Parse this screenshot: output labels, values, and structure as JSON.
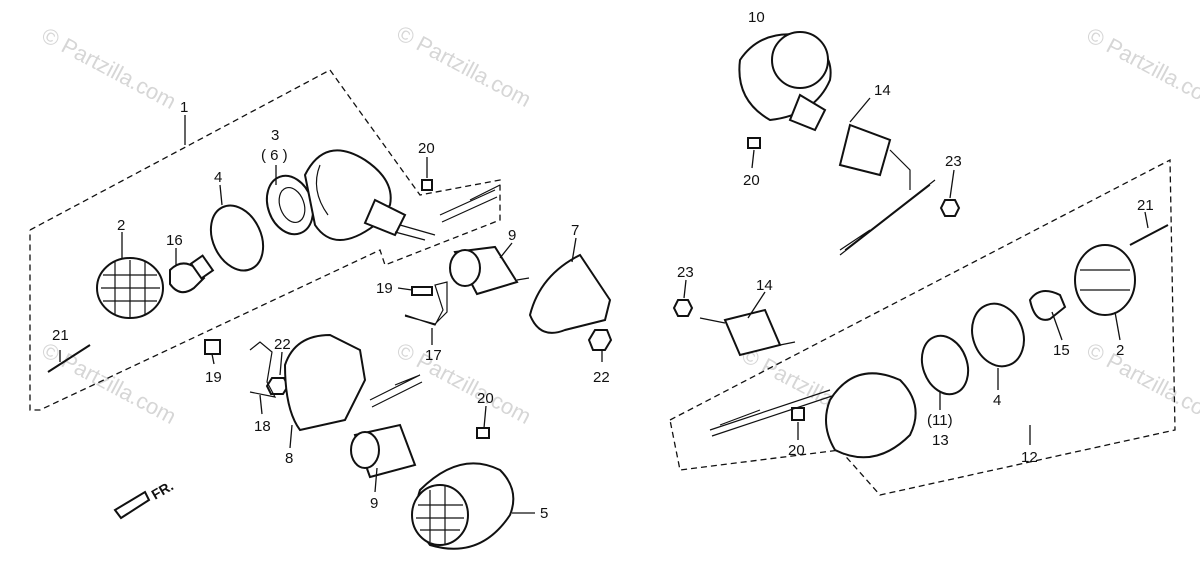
{
  "watermark": "© Partzilla.com",
  "front_indicator": "FR.",
  "labels": {
    "p1": "1",
    "p2_left": "2",
    "p3": "3",
    "p6": "( 6 )",
    "p4_left": "4",
    "p16": "16",
    "p20_top": "20",
    "p9_upper": "9",
    "p7": "7",
    "p19_upper": "19",
    "p17": "17",
    "p22_right": "22",
    "p21_left": "21",
    "p22_left": "22",
    "p19_lower": "19",
    "p18": "18",
    "p8": "8",
    "p20_mid": "20",
    "p9_lower": "9",
    "p5": "5",
    "p10": "10",
    "p14_top": "14",
    "p20_rt": "20",
    "p23_top": "23",
    "p21_right": "21",
    "p23_mid": "23",
    "p14_mid": "14",
    "p15": "15",
    "p2_right": "2",
    "p4_right": "4",
    "p11": "(11)",
    "p13": "13",
    "p20_br": "20",
    "p12": "12"
  }
}
